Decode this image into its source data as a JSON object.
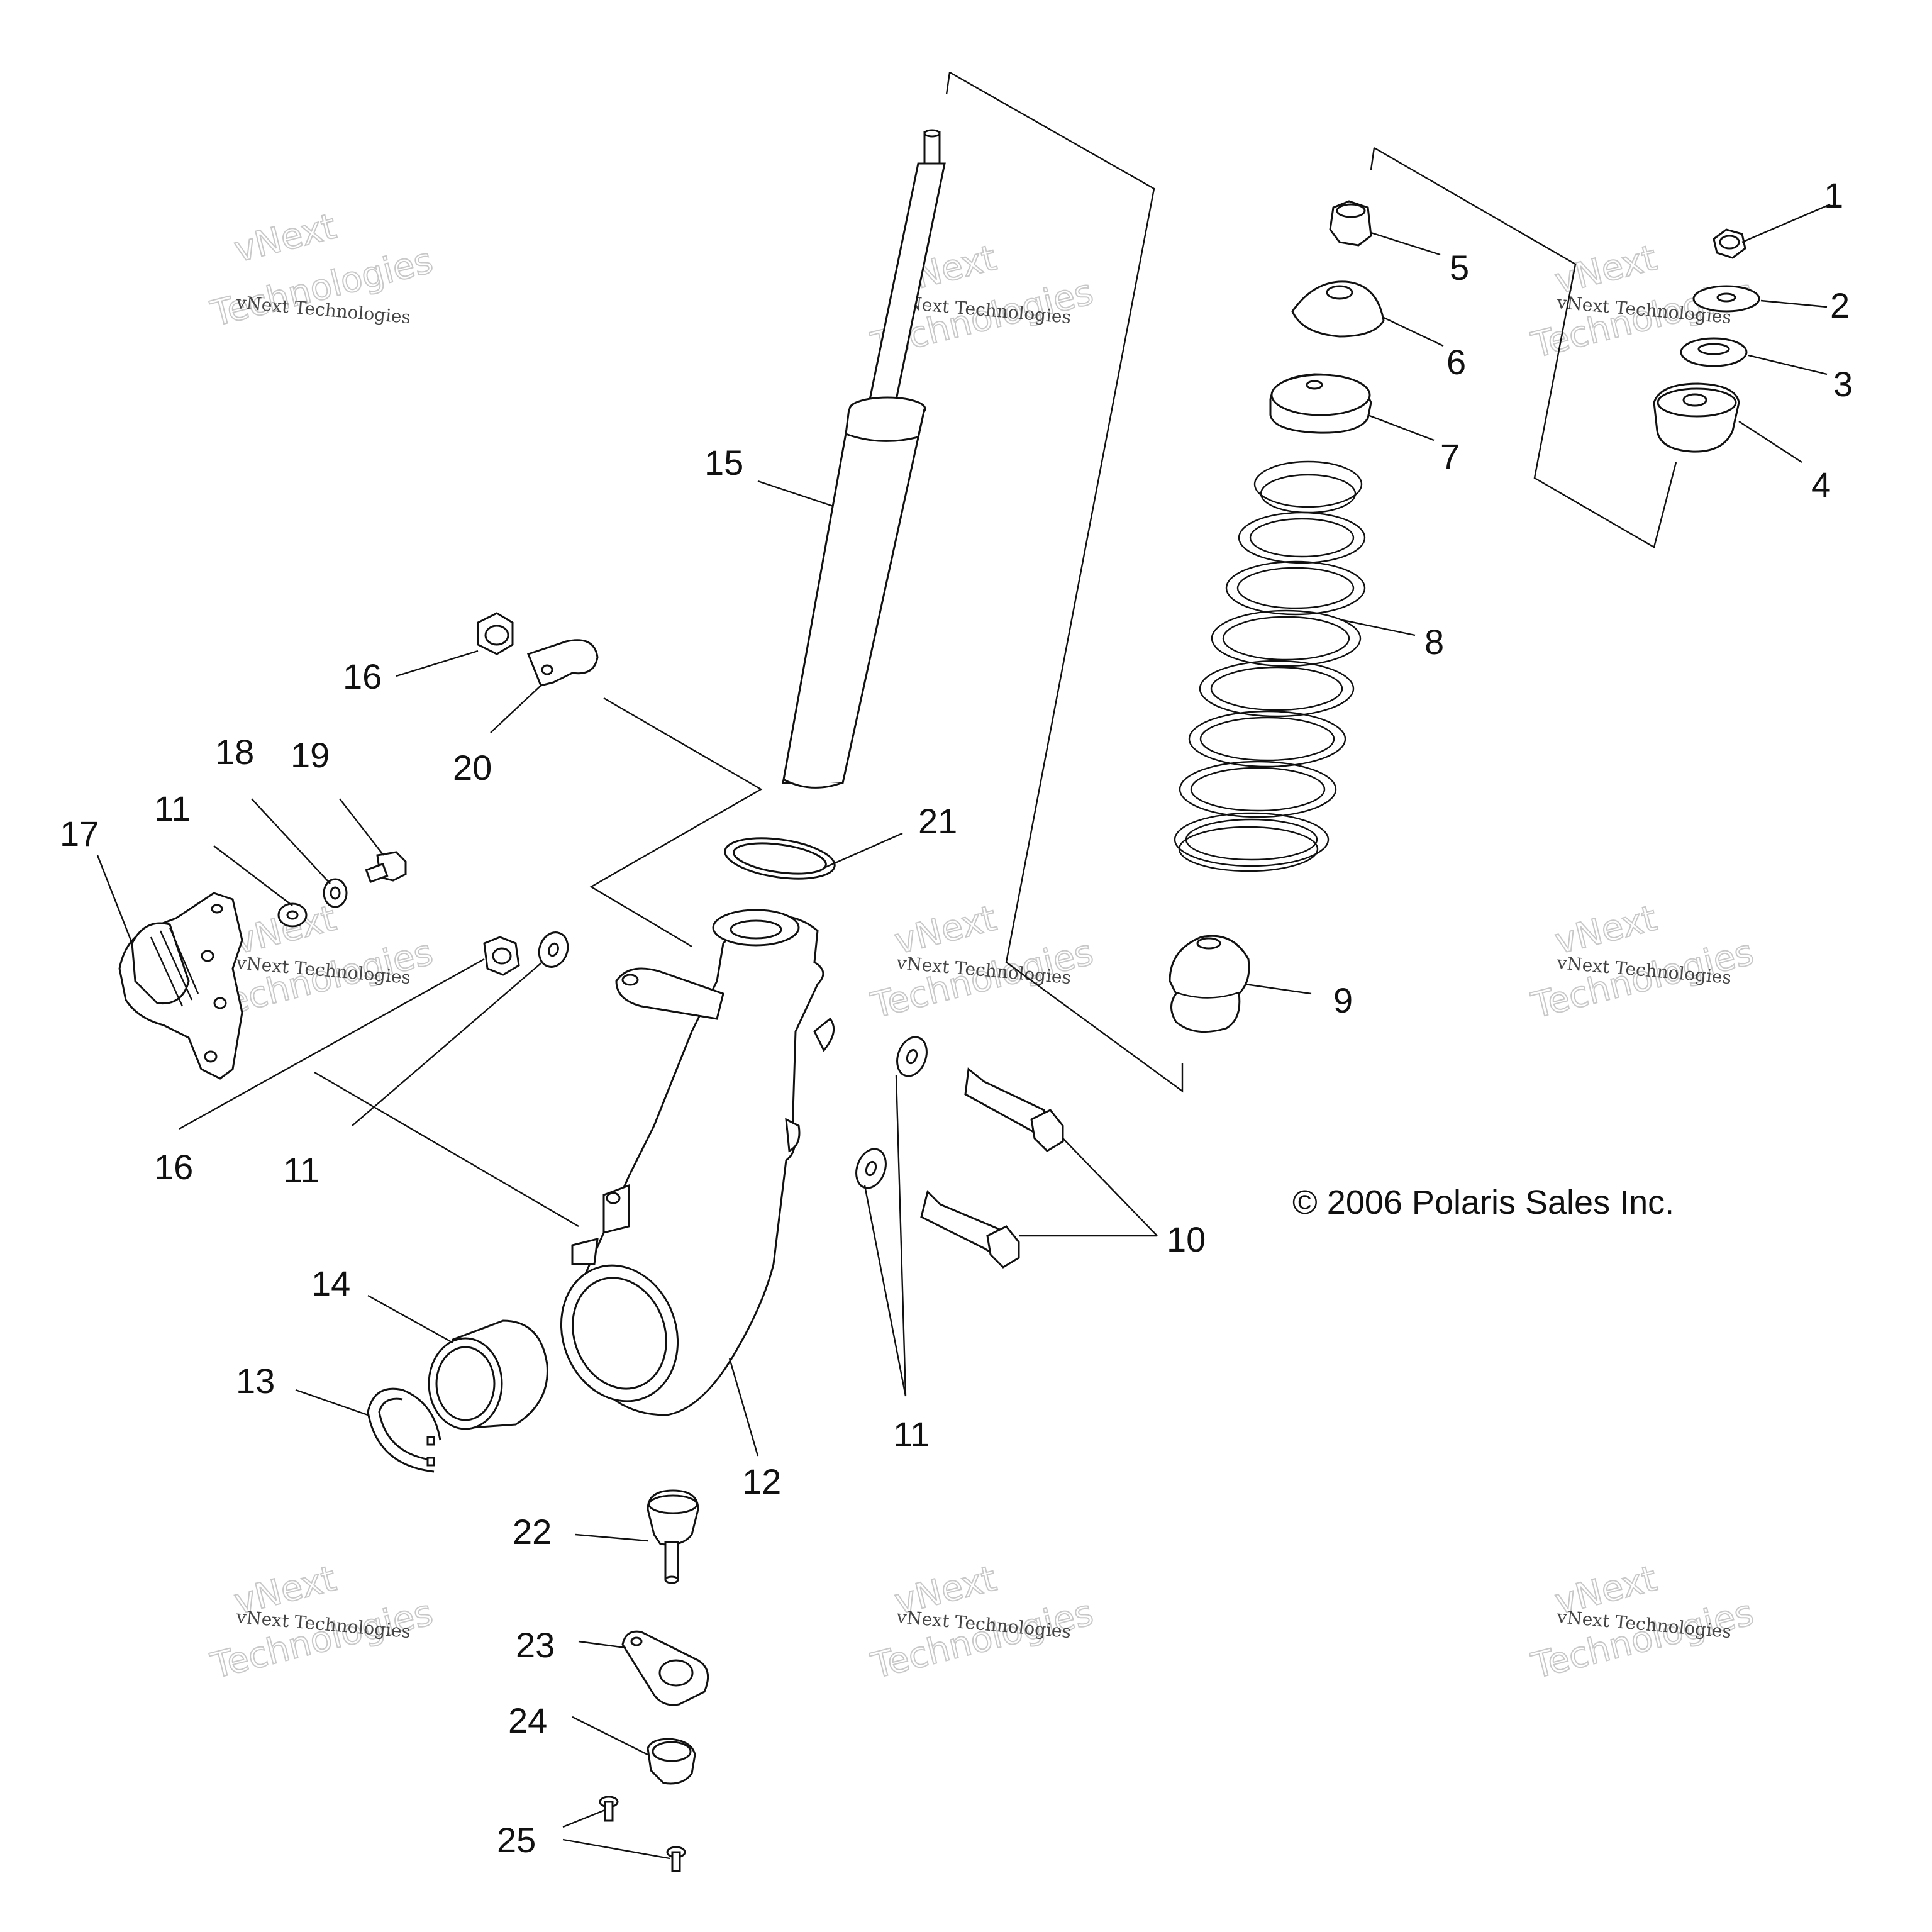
{
  "callouts": [
    {
      "id": "1",
      "text": "1"
    },
    {
      "id": "2",
      "text": "2"
    },
    {
      "id": "3",
      "text": "3"
    },
    {
      "id": "4",
      "text": "4"
    },
    {
      "id": "5",
      "text": "5"
    },
    {
      "id": "6",
      "text": "6"
    },
    {
      "id": "7",
      "text": "7"
    },
    {
      "id": "8",
      "text": "8"
    },
    {
      "id": "9",
      "text": "9"
    },
    {
      "id": "10",
      "text": "10"
    },
    {
      "id": "11a",
      "text": "11"
    },
    {
      "id": "11b",
      "text": "11"
    },
    {
      "id": "11c",
      "text": "11"
    },
    {
      "id": "12",
      "text": "12"
    },
    {
      "id": "13",
      "text": "13"
    },
    {
      "id": "14",
      "text": "14"
    },
    {
      "id": "15",
      "text": "15"
    },
    {
      "id": "16a",
      "text": "16"
    },
    {
      "id": "16b",
      "text": "16"
    },
    {
      "id": "17",
      "text": "17"
    },
    {
      "id": "18",
      "text": "18"
    },
    {
      "id": "19",
      "text": "19"
    },
    {
      "id": "20",
      "text": "20"
    },
    {
      "id": "21",
      "text": "21"
    },
    {
      "id": "22",
      "text": "22"
    },
    {
      "id": "23",
      "text": "23"
    },
    {
      "id": "24",
      "text": "24"
    },
    {
      "id": "25",
      "text": "25"
    }
  ],
  "copyright": "© 2006 Polaris Sales Inc.",
  "watermark": {
    "line1": "vNext Technologies",
    "line2": "vNext",
    "line3": "Technologies"
  }
}
